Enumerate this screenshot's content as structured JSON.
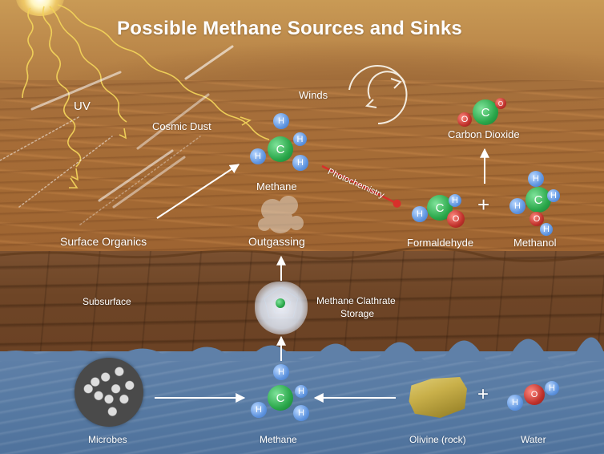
{
  "title": "Possible Methane Sources and Sinks",
  "colors": {
    "sky": "#c99a55",
    "surface": "#a66d38",
    "subsurface": "#6e4526",
    "water": "#577aa3",
    "uv_rays": "#f2d35a",
    "photochemistry_arrow": "#d8302a",
    "carbon_atom": "#2aa74a",
    "hydrogen_atom": "#5f95e0",
    "oxygen_atom": "#c0322c",
    "text": "#ffffff"
  },
  "zones": {
    "surface": {
      "labels": {
        "uv": "UV",
        "cosmic_dust": "Cosmic Dust",
        "winds": "Winds",
        "surface_organics": "Surface Organics",
        "outgassing": "Outgassing",
        "photochemistry": "Photochemistry"
      }
    },
    "subsurface": {
      "label": "Subsurface",
      "clathrate_line1": "Methane Clathrate",
      "clathrate_line2": "Storage"
    },
    "water": {
      "microbes": "Microbes",
      "methane": "Methane",
      "olivine": "Olivine (rock)",
      "water": "Water"
    }
  },
  "molecules": {
    "methane_top": {
      "name": "Methane",
      "atoms": {
        "c": "C",
        "h": "H"
      }
    },
    "carbon_dioxide": {
      "name": "Carbon Dioxide",
      "atoms": {
        "c": "C",
        "o": "O"
      }
    },
    "formaldehyde": {
      "name": "Formaldehyde",
      "atoms": {
        "c": "C",
        "h": "H",
        "o": "O"
      }
    },
    "methanol": {
      "name": "Methanol",
      "atoms": {
        "c": "C",
        "h": "H",
        "o": "O"
      }
    },
    "methane_bottom": {
      "name": "Methane",
      "atoms": {
        "c": "C",
        "h": "H"
      }
    },
    "water": {
      "name": "Water",
      "atoms": {
        "o": "O",
        "h": "H"
      }
    }
  },
  "operators": {
    "plus": "+"
  }
}
